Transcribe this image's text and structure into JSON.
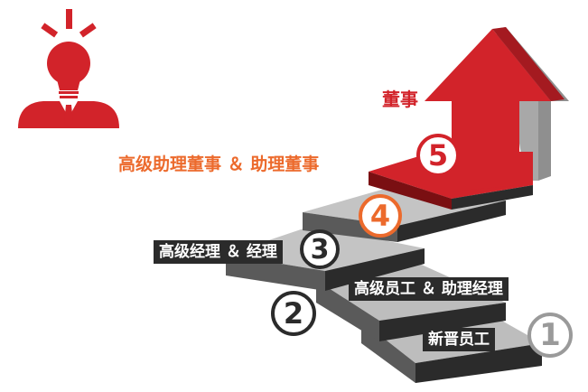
{
  "colors": {
    "red": "#d2232a",
    "orange": "#ec6a2c",
    "dark": "#2b2b2b",
    "grey": "#9a9a9a"
  },
  "icon": "lightbulb-head-person-icon",
  "steps": [
    {
      "number": "1",
      "label": "新晋员工"
    },
    {
      "number": "2",
      "label": "高级员工 ＆ 助理经理"
    },
    {
      "number": "3",
      "label": "高级经理 ＆ 经理"
    },
    {
      "number": "4",
      "label": "高级助理董事 ＆ 助理董事"
    },
    {
      "number": "5",
      "label": "董事"
    }
  ]
}
